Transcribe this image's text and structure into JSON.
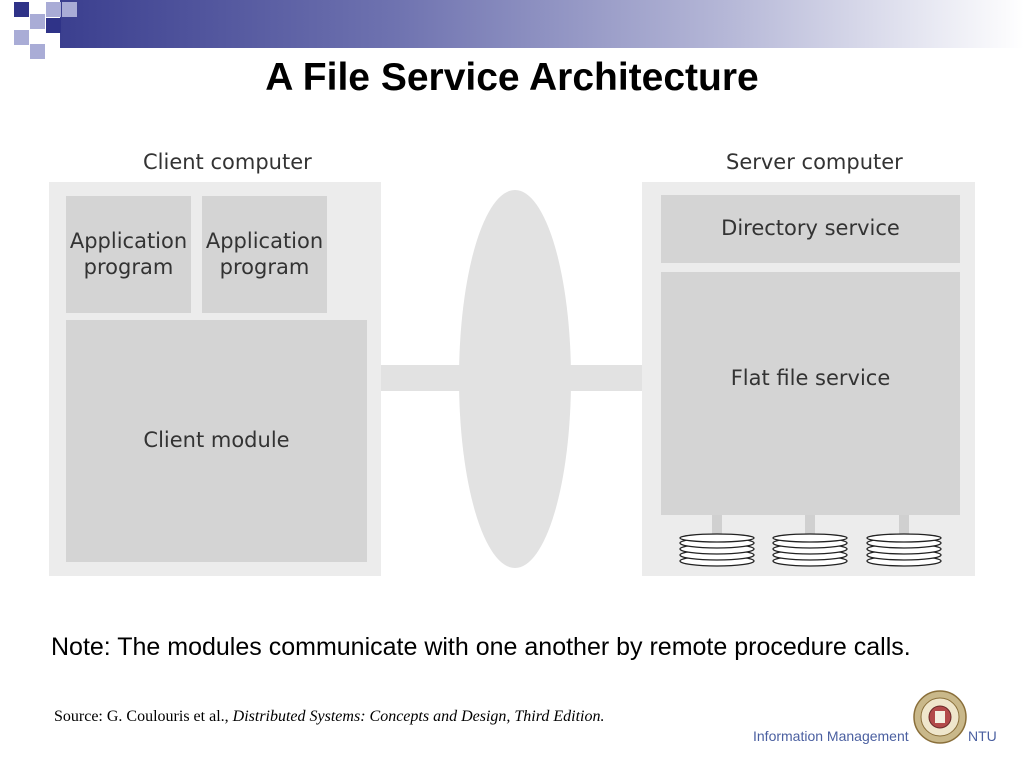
{
  "title": "A File Service Architecture",
  "diagram": {
    "client_label": "Client computer",
    "server_label": "Server computer",
    "app_program_1": "Application\nprogram",
    "app_program_2": "Application\nprogram",
    "client_module": "Client module",
    "directory_service": "Directory service",
    "flat_file_service": "Flat file service"
  },
  "note": "Note: The modules communicate with one another by remote procedure calls.",
  "source": {
    "prefix": "Source: G. Coulouris et al., ",
    "book": "Distributed Systems: Concepts and Design, Third Edition."
  },
  "footer": {
    "left": "Information Management",
    "right": "NTU"
  },
  "colors": {
    "header_dark": "#2f3388",
    "header_light": "#a9acd6",
    "panel": "#ececec",
    "box": "#d4d4d4",
    "footer_text": "#4a5fa0"
  }
}
